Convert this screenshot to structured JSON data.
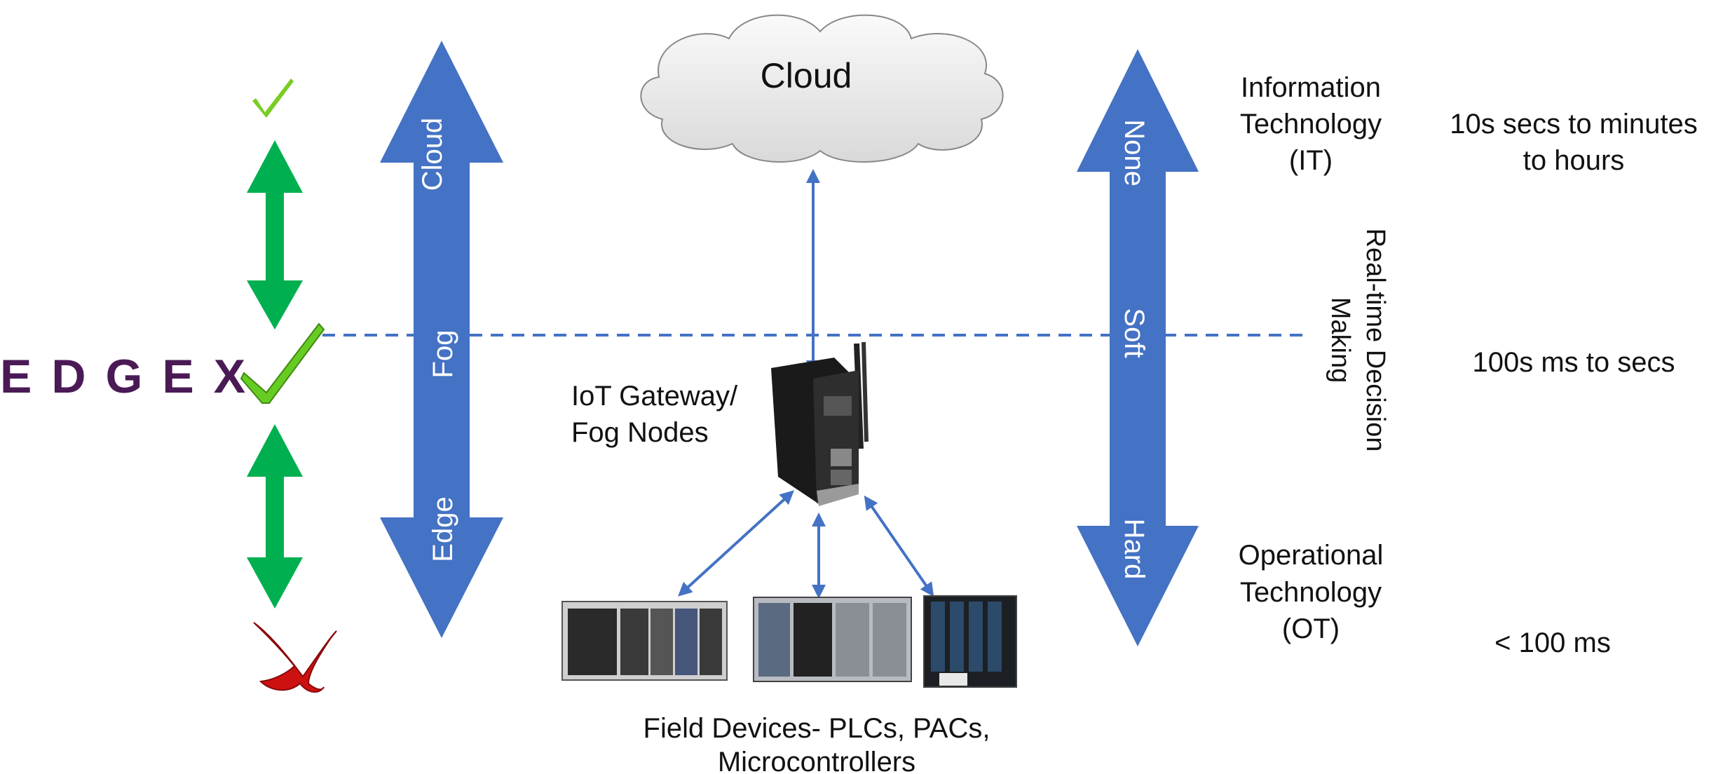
{
  "cloud": {
    "label": "Cloud"
  },
  "left_arrow": {
    "top_label": "Cloud",
    "middle_label": "Fog",
    "bottom_label": "Edge"
  },
  "right_arrow": {
    "top_label": "None",
    "middle_label": "Soft",
    "bottom_label": "Hard"
  },
  "logo": {
    "text": "EDGEX"
  },
  "gateway": {
    "label_line1": "IoT Gateway/",
    "label_line2": "Fog Nodes"
  },
  "field_devices": {
    "line1": "Field Devices- PLCs, PACs,",
    "line2": "Microcontrollers"
  },
  "it": {
    "line1": "Information",
    "line2": "Technology",
    "line3": "(IT)"
  },
  "ot": {
    "line1": "Operational",
    "line2": "Technology",
    "line3": "(OT)"
  },
  "realtime": {
    "line1": "Real-time Decision",
    "line2": "Making"
  },
  "latency": {
    "it_line1": "10s secs to minutes",
    "it_line2": "to hours",
    "fog": "100s ms to secs",
    "edge": "< 100 ms"
  },
  "colors": {
    "blue_arrow": "#4472C4",
    "green_arrow": "#00B050",
    "check": "#66CC22",
    "cross": "#CC1111",
    "logo": "#4A1A55"
  }
}
